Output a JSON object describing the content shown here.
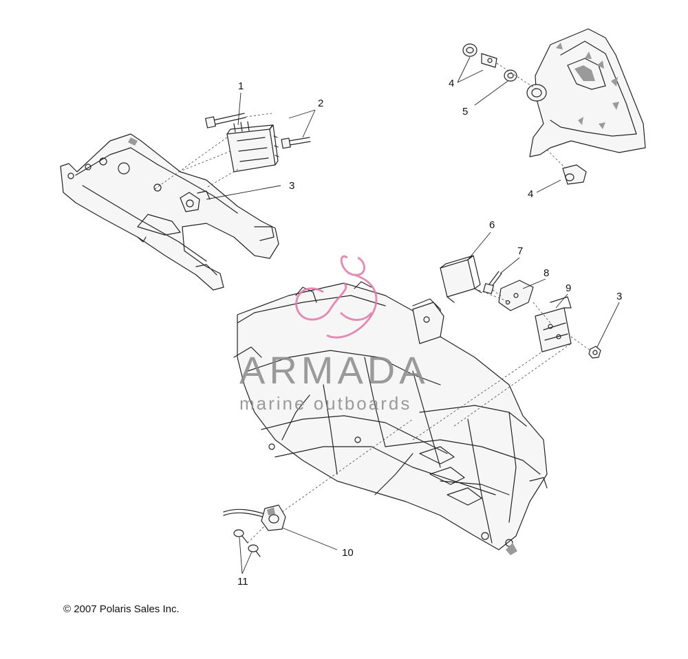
{
  "callouts": [
    "1",
    "2",
    "3",
    "4",
    "5",
    "4",
    "6",
    "7",
    "8",
    "9",
    "3",
    "10",
    "11"
  ],
  "watermark": {
    "brand": "ARMADA",
    "tagline": "marine outboards",
    "logo_color": "#e07aa8",
    "text_color": "#8a8a8a"
  },
  "copyright": "© 2007 Polaris Sales Inc."
}
